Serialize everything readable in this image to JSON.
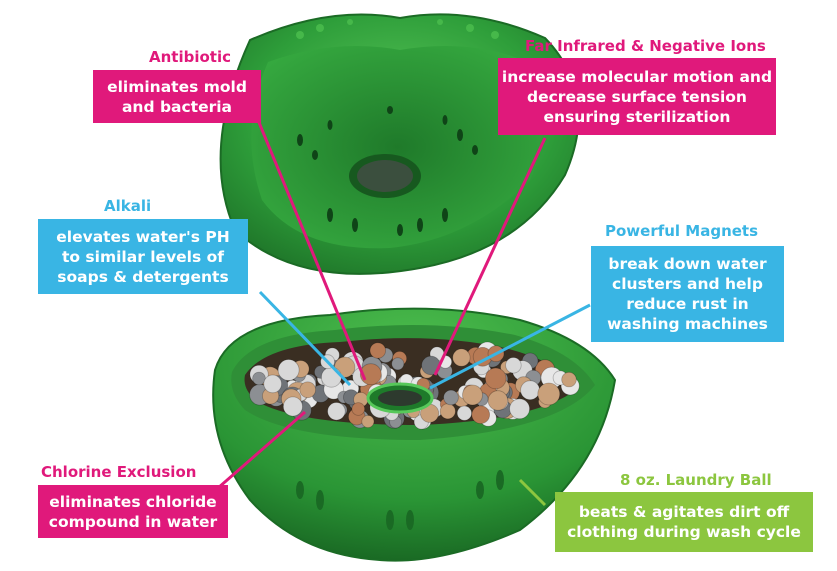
{
  "colors": {
    "magenta": "#e0197b",
    "cyan": "#39b5e4",
    "lime": "#8cc63f",
    "ball_green": "#2e9e3a"
  },
  "callouts": {
    "antibiotic": {
      "title": "Antibiotic",
      "text": "eliminates mold\nand bacteria"
    },
    "far_infrared": {
      "title": "Far Infrared & Negative Ions",
      "text": "increase molecular motion and\ndecrease surface tension\nensuring sterilization"
    },
    "alkali": {
      "title": "Alkali",
      "text": "elevates water's PH\nto similar levels of\nsoaps & detergents"
    },
    "magnets": {
      "title": "Powerful Magnets",
      "text": "break down water\nclusters and help\nreduce rust in\nwashing machines"
    },
    "chlorine": {
      "title": "Chlorine Exclusion",
      "text": "eliminates chloride\ncompound in water"
    },
    "laundry_ball": {
      "title": "8 oz. Laundry Ball",
      "text": "beats & agitates dirt off\nclothing during wash cycle"
    }
  }
}
